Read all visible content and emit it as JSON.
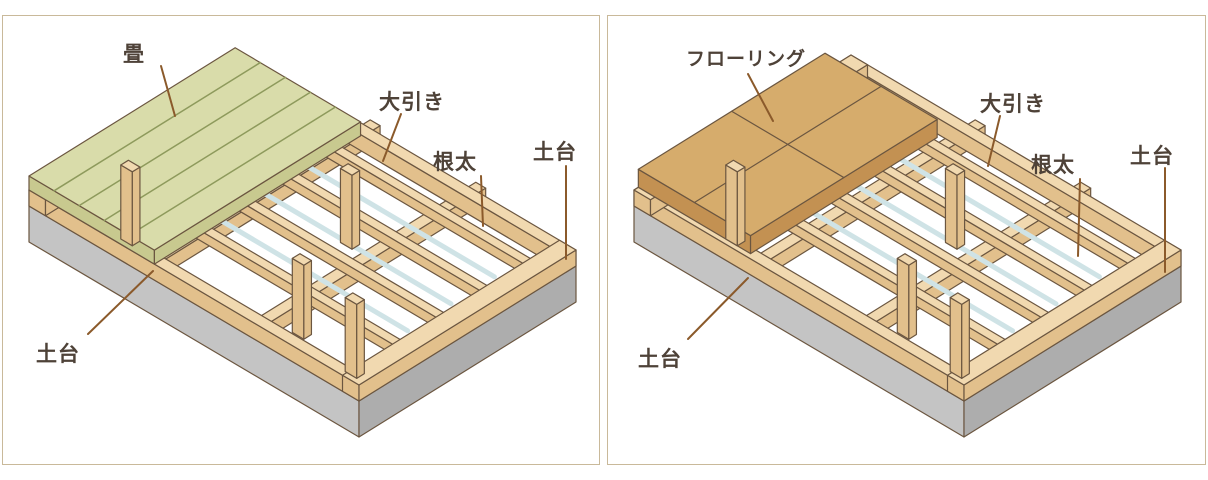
{
  "colors": {
    "foundation": "#c4c4c4",
    "foundation_dark": "#adadad",
    "wood": "#f1d9b0",
    "wood_side": "#e2c08c",
    "outline": "#6b5640",
    "rod": "#cfe3e6",
    "tatami": "#d9dcaa",
    "tatami_line": "#8e9a5c",
    "flooring": "#d6ac6c",
    "flooring_side": "#c39152",
    "leader": "#8b5a2b",
    "border": "#c9b99a"
  },
  "panels": [
    {
      "cover": "tatami",
      "labels": {
        "cover": "畳",
        "obiki": "大引き",
        "neda": "根太",
        "dodai_right": "土台",
        "dodai_left": "土台"
      }
    },
    {
      "cover": "flooring",
      "labels": {
        "cover": "フローリング",
        "obiki": "大引き",
        "neda": "根太",
        "dodai_right": "土台",
        "dodai_left": "土台"
      }
    }
  ]
}
